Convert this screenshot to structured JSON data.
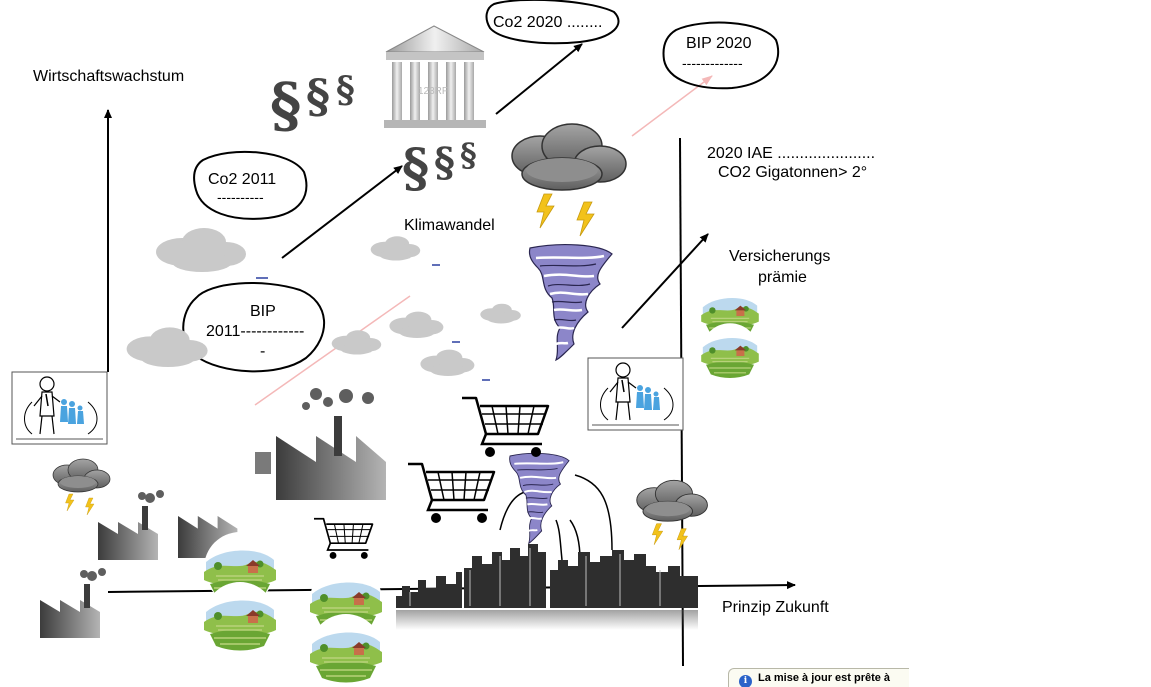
{
  "labels": {
    "wirtschaftswachstum": "Wirtschaftswachstum",
    "co2_2011": "Co2 2011",
    "co2_2011_blank": "----------",
    "bip_2011_title": "BIP",
    "bip_2011_line": "2011------------",
    "bip_2011_dash": "-",
    "klimawandel": "Klimawandel",
    "co2_2020": "Co2 2020 ........",
    "bip_2020": "BIP 2020",
    "bip_2020_blank": "-------------",
    "iae_line1": "2020 IAE ......................",
    "iae_line2": "CO2 Gigatonnen> 2°",
    "versicherung_line1": "Versicherungs",
    "versicherung_line2": "prämie",
    "prinzip_zukunft": "Prinzip Zukunft",
    "watermark": "123RF"
  },
  "notification": {
    "info_glyph": "i",
    "text": "La mise à jour est prête à"
  },
  "colors": {
    "cloud_gray": "#c9c9c9",
    "storm_cloud": "#8e8e8e",
    "lightning": "#f2c21b",
    "tornado": "#8c86c9",
    "factory": "#5e5e5e",
    "arrow": "#000000",
    "pink_line": "#f4b8b8",
    "landscape_green": "#8fbf4a",
    "sky_blue": "#bcd9ee"
  },
  "icons": [
    "paragraph-icon",
    "courthouse-icon",
    "storm-cloud-icon",
    "tornado-icon",
    "factory-icon",
    "shopping-cart-icon",
    "city-skyline-icon",
    "landscape-icon",
    "family-icon",
    "smog-cloud-icon"
  ]
}
